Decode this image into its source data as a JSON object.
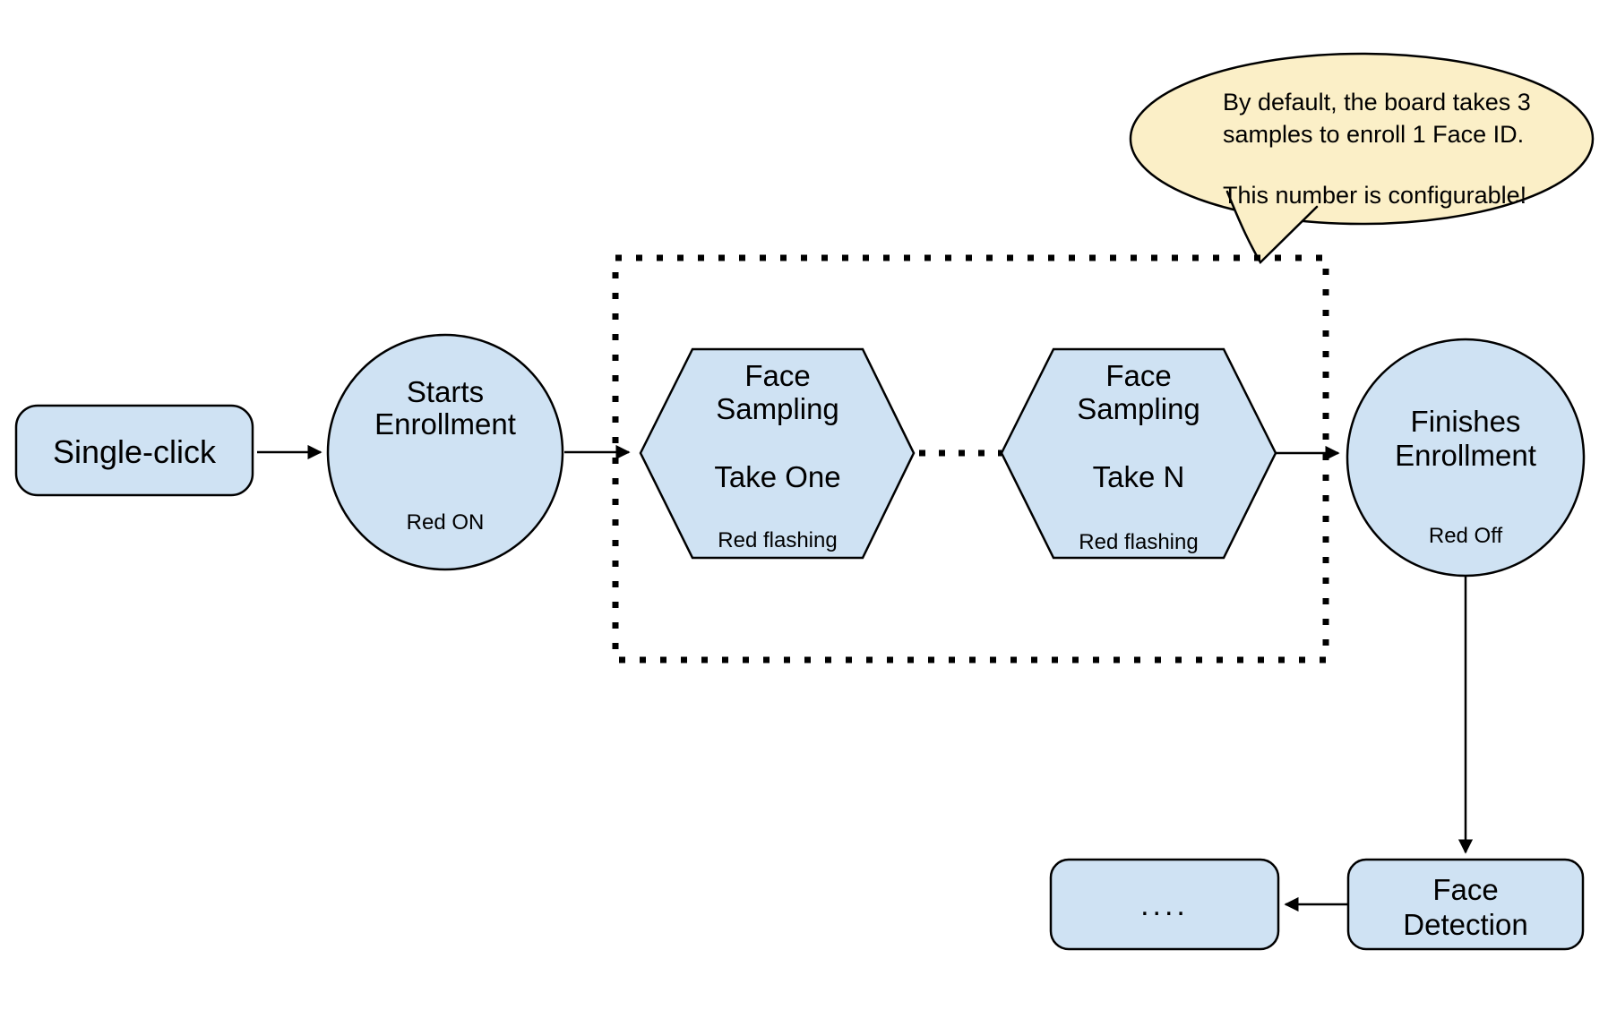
{
  "diagram": {
    "colors": {
      "node_fill": "#CFE2F3",
      "node_stroke": "#000000",
      "callout_fill": "#FBEFC7",
      "background": "#FFFFFF"
    },
    "nodes": {
      "single_click": {
        "label": "Single-click"
      },
      "starts_enrollment": {
        "line1": "Starts",
        "line2": "Enrollment",
        "status": "Red ON"
      },
      "face_sampling_one": {
        "line1": "Face",
        "line2": "Sampling",
        "line3": "Take One",
        "status": "Red flashing"
      },
      "face_sampling_n": {
        "line1": "Face",
        "line2": "Sampling",
        "line3": "Take N",
        "status": "Red flashing"
      },
      "finishes_enrollment": {
        "line1": "Finishes",
        "line2": "Enrollment",
        "status": "Red Off"
      },
      "face_detection": {
        "line1": "Face",
        "line2": "Detection"
      },
      "ellipsis_box": {
        "label": "...."
      }
    },
    "callout": {
      "line1": "By default, the board takes 3",
      "line2": "samples to enroll 1 Face ID.",
      "line3": "This number is configurable!"
    }
  }
}
